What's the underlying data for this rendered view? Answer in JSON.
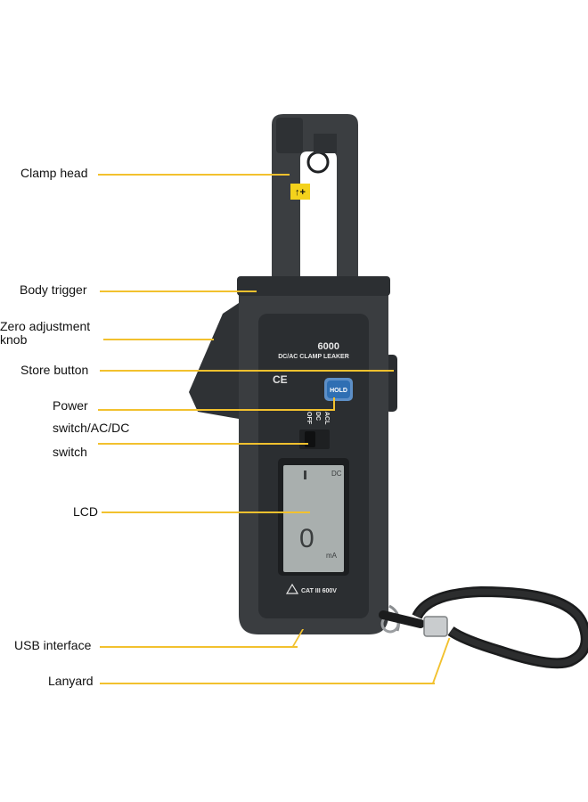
{
  "callouts": {
    "clamp_head": "Clamp head",
    "body_trigger": "Body trigger",
    "zero_knob_line1": "Zero adjustment",
    "zero_knob_line2": "knob",
    "store_button": "Store button",
    "power_line1": "Power",
    "power_line2": "switch/AC/DC",
    "power_line3": "switch",
    "lcd": "LCD",
    "usb": "USB interface",
    "lanyard": "Lanyard"
  },
  "device": {
    "model": "6000",
    "name": "DC/AC CLAMP LEAKER",
    "ce_mark": "CE",
    "hold_label": "HOLD",
    "switch_labels": [
      "OFF",
      "DC",
      "ACL"
    ],
    "category": "CAT III 600V",
    "lcd_mode": "DC",
    "lcd_reading": "0",
    "lcd_unit": "mA",
    "clamp_arrow_label": "↑+"
  },
  "colors": {
    "leader": "#f2c12e",
    "body": "#3a3d40",
    "panel": "#2b2e31",
    "lcd": "#a9afae",
    "hold": "#2f6fb3",
    "warn_yellow": "#f4d21c"
  }
}
